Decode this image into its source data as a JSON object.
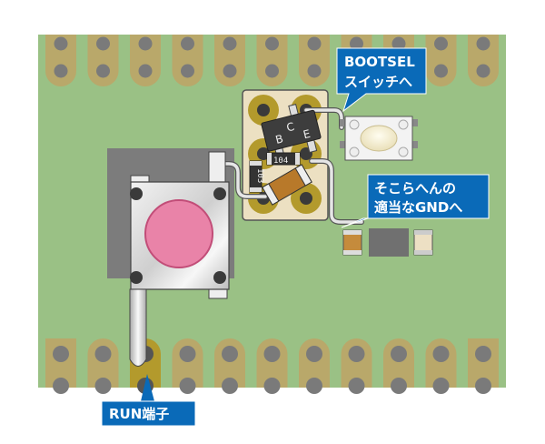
{
  "labels": {
    "bootsel_line1": "BOOTSEL",
    "bootsel_line2": "スイッチへ",
    "gnd_line1": "そこらへんの",
    "gnd_line2": "適当なGND",
    "gnd_line2_suffix": "へ",
    "run": "RUN端子"
  },
  "components": {
    "transistor_pins": [
      "B",
      "C",
      "E"
    ],
    "resistor_horizontal_code": "104",
    "resistor_vertical_code": "103"
  },
  "colors": {
    "board": "#9ac185",
    "pad": "#b9a86a",
    "pad_active": "#b39a2c",
    "hole": "#7a7a7a",
    "callout": "#0a6ab8",
    "button_cap": "#e983a8"
  }
}
